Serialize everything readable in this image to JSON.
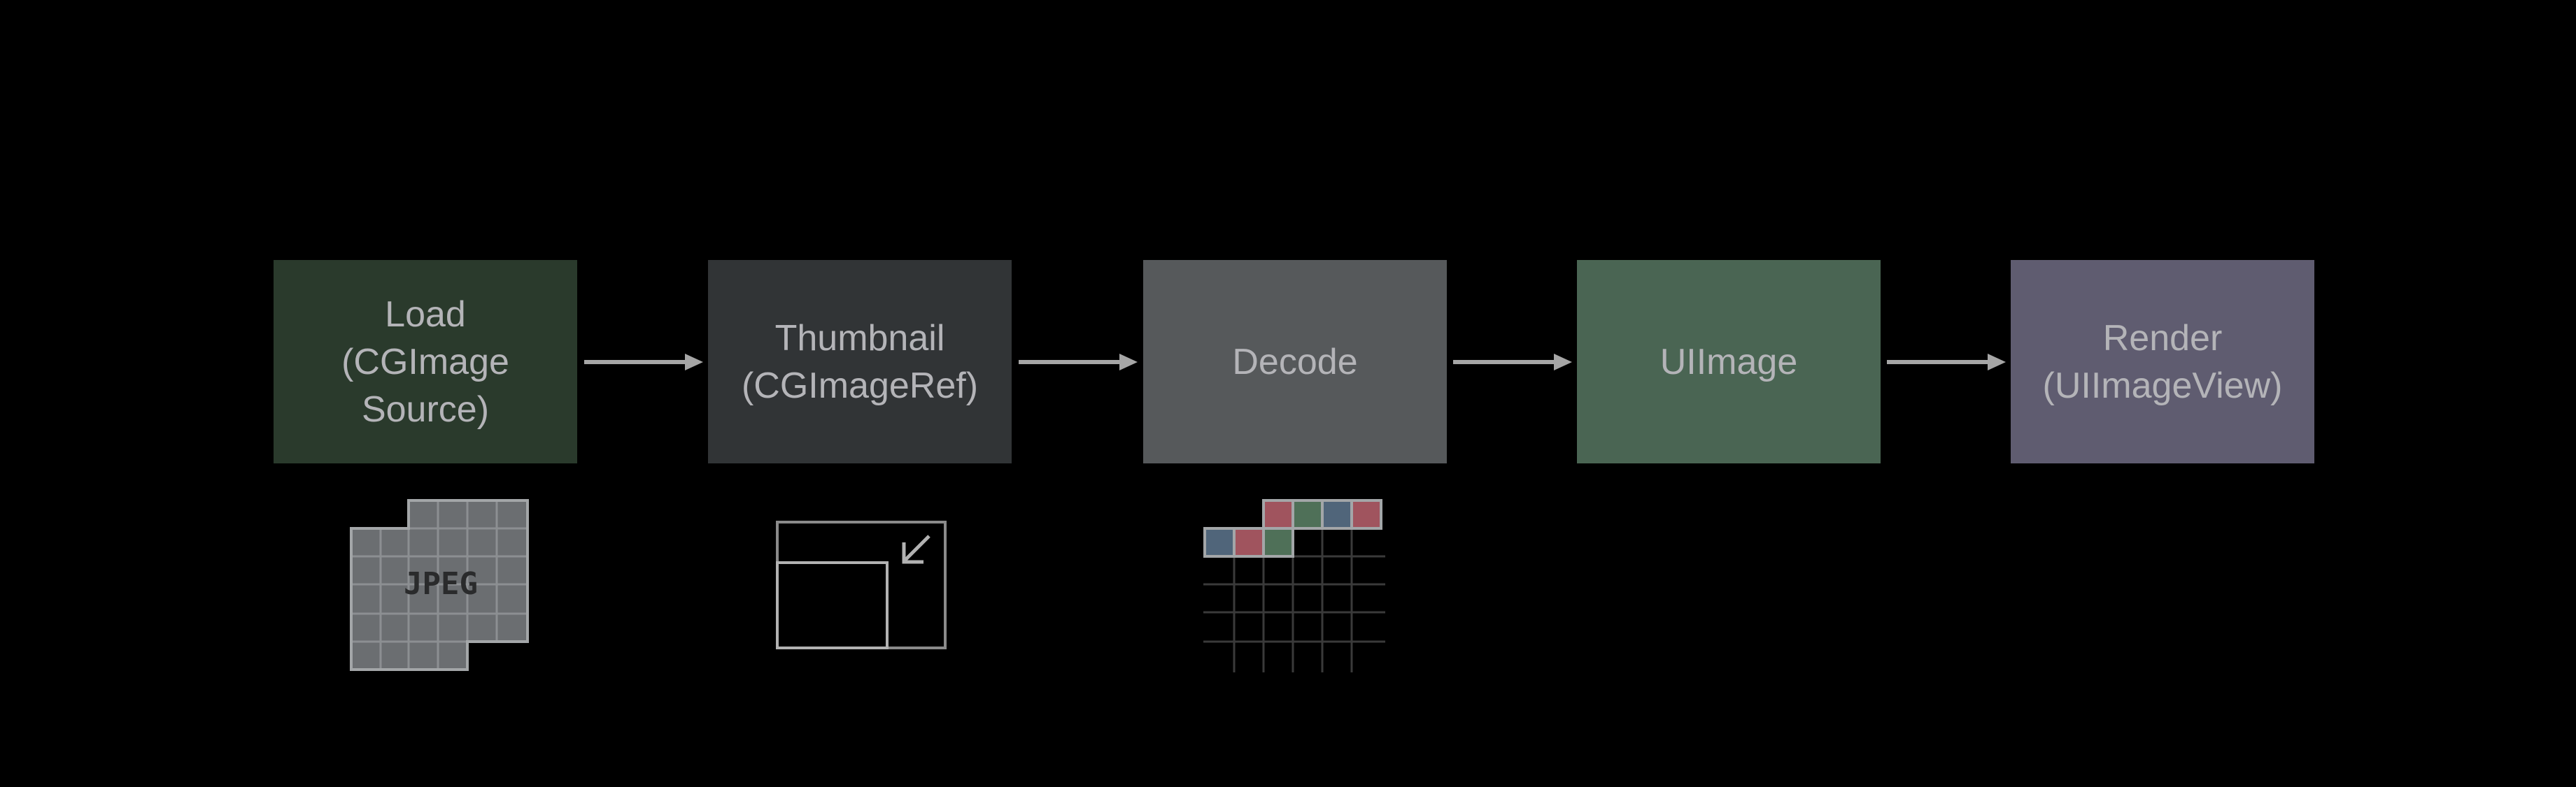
{
  "steps": [
    {
      "id": "load",
      "label": "Load\n(CGImage\nSource)",
      "color": "#2a3a2c"
    },
    {
      "id": "thumbnail",
      "label": "Thumbnail\n(CGImageRef)",
      "color": "#313436"
    },
    {
      "id": "decode",
      "label": "Decode",
      "color": "#56595b"
    },
    {
      "id": "uiimage",
      "label": "UIImage",
      "color": "#4a6553"
    },
    {
      "id": "render",
      "label": "Render\n(UIImageView)",
      "color": "#5f5c70"
    }
  ],
  "icons": {
    "jpeg_label": "JPEG",
    "arrow_icon": "arrow-right-icon",
    "jpeg_icon": "jpeg-file-icon",
    "thumbnail_icon": "thumbnail-icon",
    "decode_icon": "decoded-pixel-grid-icon"
  },
  "colors": {
    "background": "#000000",
    "text": "#b4b4b8",
    "arrow": "#a6a6a6",
    "pixel_red": "#a0545e",
    "pixel_green": "#4f7058",
    "pixel_blue": "#50657a"
  }
}
